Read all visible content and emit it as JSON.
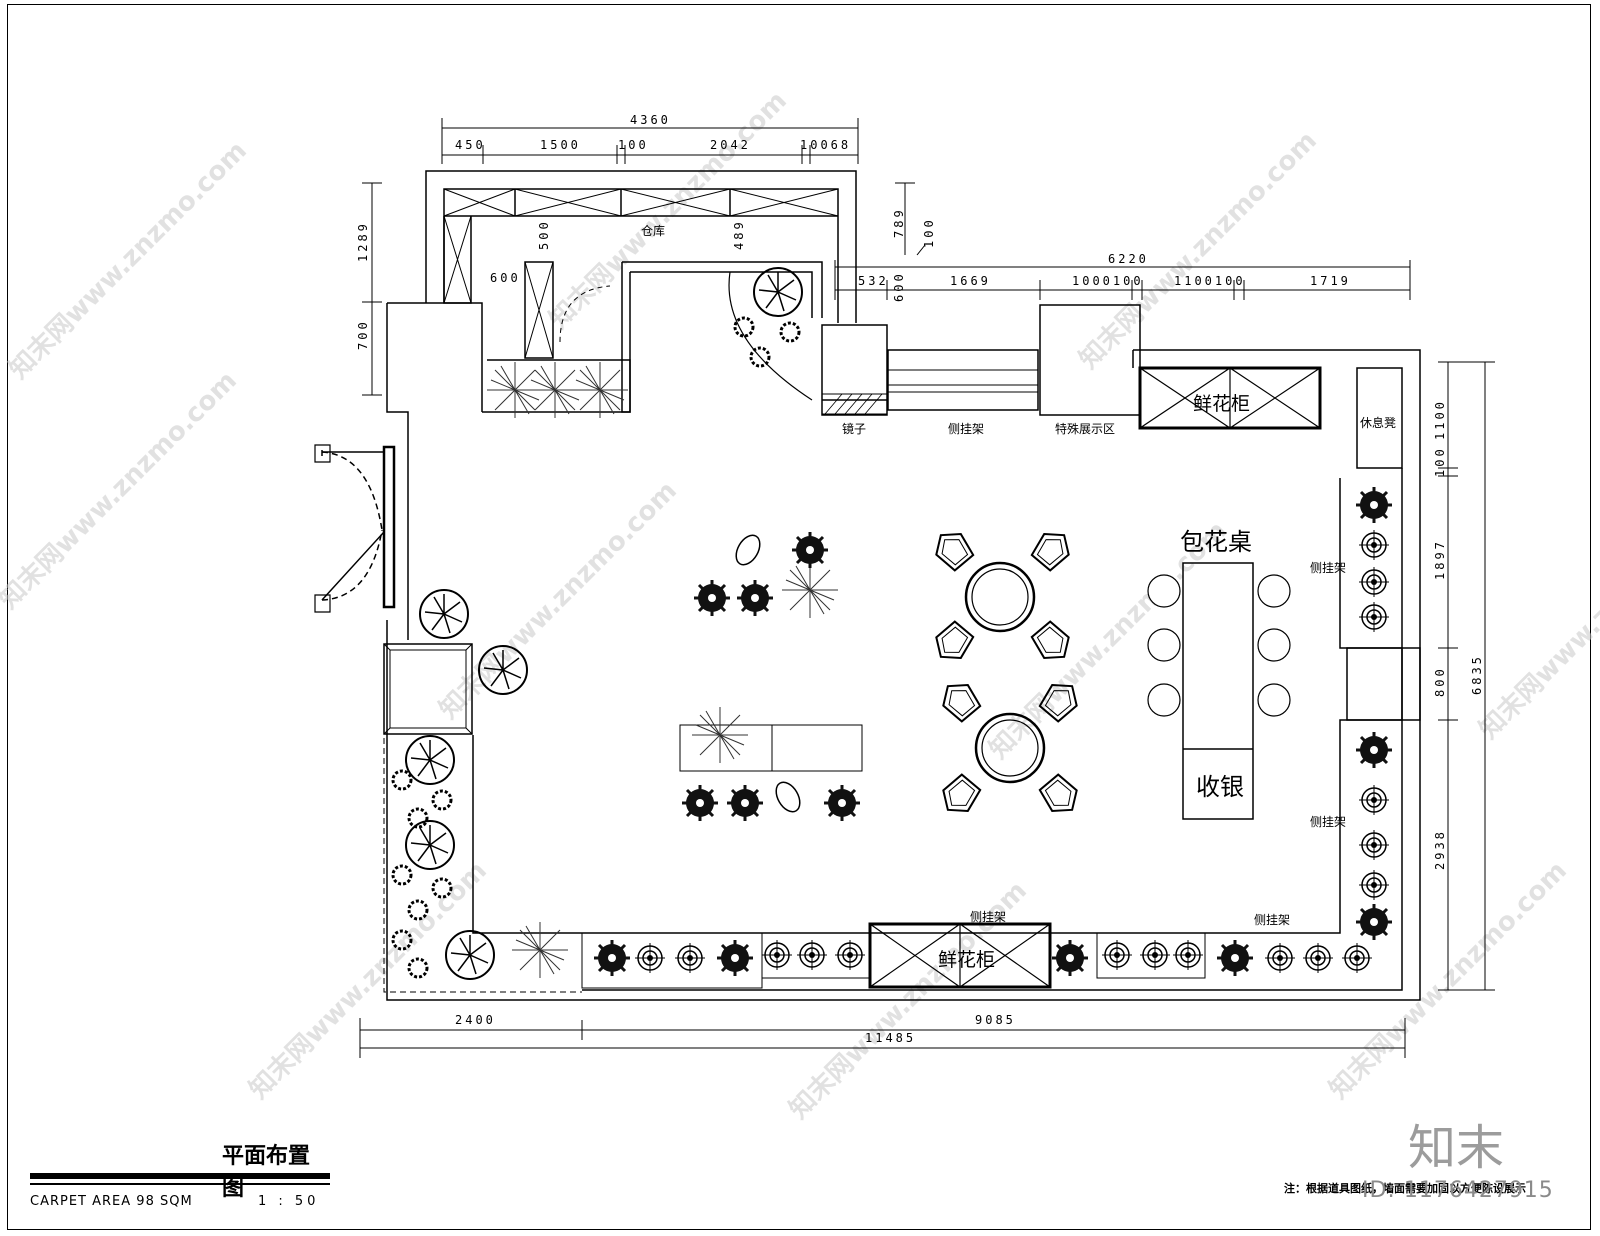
{
  "dimensions": {
    "top_total": "4360",
    "top_segments": [
      "450",
      "1500",
      "100",
      "2042",
      "10068"
    ],
    "left_upper": "1289",
    "left_lower": "700",
    "inner_500": "500",
    "inner_600": "600",
    "inner_489": "489",
    "right_789": "789",
    "right_100": "100",
    "mid_total": "6220",
    "mid_segments": [
      "532",
      "1669",
      "1000100",
      "1100100",
      "1719"
    ],
    "mid_600": "600",
    "right_side": [
      "1100",
      "100",
      "1897",
      "800",
      "2938"
    ],
    "right_total": "6835",
    "bottom_left": "2400",
    "bottom_right": "9085",
    "bottom_total": "11485"
  },
  "labels": {
    "storage": "仓库",
    "mirror": "镜子",
    "side_rack_top": "侧挂架",
    "special_display": "特殊展示区",
    "flower_cabinet_top": "鲜花柜",
    "rest_bench": "休息凳",
    "wrap_table": "包花桌",
    "cashier": "收银",
    "side_rack_right_1": "侧挂架",
    "side_rack_right_2": "侧挂架",
    "side_rack_bottom_1": "侧挂架",
    "side_rack_bottom_2": "侧挂架",
    "flower_cabinet_bottom": "鲜花柜"
  },
  "title_block": {
    "plan_title": "平面布置图",
    "carpet_area": "CARPET AREA 98 SQM",
    "scale": "1 : 50"
  },
  "note": "注：根据道具图纸，墙面需要加固以方便陈设展示",
  "watermark": {
    "text": "知末网www.znzmo.com",
    "brand": "知末",
    "id": "ID: 1176427915"
  }
}
